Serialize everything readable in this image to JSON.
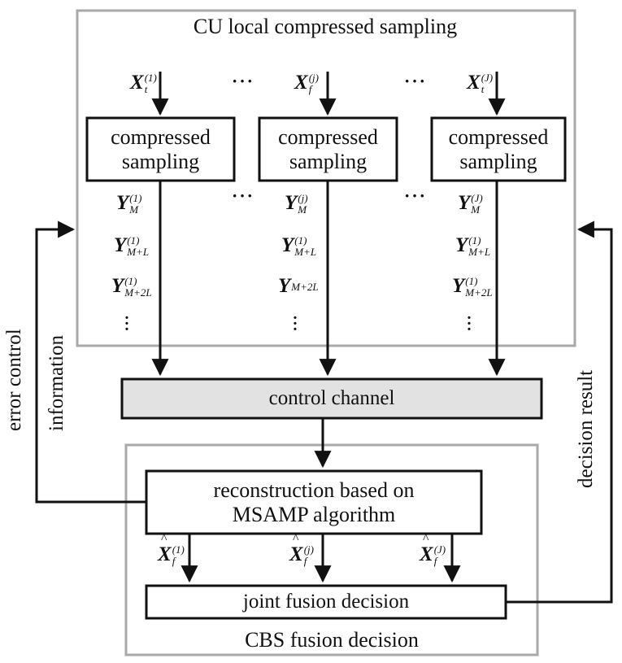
{
  "top_region": {
    "title": "CU local compressed sampling"
  },
  "bottom_region": {
    "title": "CBS fusion decision"
  },
  "columns": [
    {
      "input": {
        "base": "X",
        "sup": "(1)",
        "sub": "t"
      },
      "box": [
        "compressed",
        "sampling"
      ],
      "outputs": [
        {
          "base": "Y",
          "sup": "(1)",
          "sub": "M"
        },
        {
          "base": "Y",
          "sup": "(1)",
          "sub": "M+L"
        },
        {
          "base": "Y",
          "sup": "(1)",
          "sub": "M+2L"
        }
      ],
      "estimate": {
        "base": "X",
        "sup": "(1)",
        "sub": "f"
      }
    },
    {
      "input": {
        "base": "X",
        "sup": "(j)",
        "sub": "f"
      },
      "box": [
        "compressed",
        "sampling"
      ],
      "outputs": [
        {
          "base": "Y",
          "sup": "(j)",
          "sub": "M"
        },
        {
          "base": "Y",
          "sup": "(1)",
          "sub": "M+L"
        },
        {
          "base": "Y",
          "sup": "",
          "sub": "M+2L"
        }
      ],
      "estimate": {
        "base": "X",
        "sup": "(j)",
        "sub": "f"
      }
    },
    {
      "input": {
        "base": "X",
        "sup": "(J)",
        "sub": "t"
      },
      "box": [
        "compressed",
        "sampling"
      ],
      "outputs": [
        {
          "base": "Y",
          "sup": "(J)",
          "sub": "M"
        },
        {
          "base": "Y",
          "sup": "(1)",
          "sub": "M+L"
        },
        {
          "base": "Y",
          "sup": "(1)",
          "sub": "M+2L"
        }
      ],
      "estimate": {
        "base": "X",
        "sup": "(J)",
        "sub": "f"
      }
    }
  ],
  "ellipsis": "···",
  "control_channel": "control channel",
  "reconstruction": [
    "reconstruction based on",
    "MSAMP algorithm"
  ],
  "joint_fusion": "joint fusion decision",
  "left_feedback": [
    "error control",
    "information"
  ],
  "right_feedback": "decision result",
  "colors": {
    "frame": "#a9a9a9",
    "line": "#111111",
    "channel_fill": "#e2e2e2"
  }
}
